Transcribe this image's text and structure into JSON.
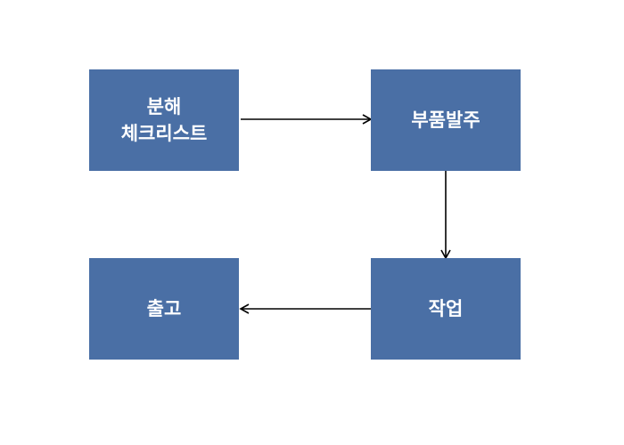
{
  "nodes": {
    "disassembly_checklist": {
      "lines": [
        "분해",
        "체크리스트"
      ]
    },
    "parts_order": {
      "label": "부품발주"
    },
    "work": {
      "label": "작업"
    },
    "shipping": {
      "label": "출고"
    }
  },
  "colors": {
    "node_fill": "#4a6fa5",
    "node_text": "#ffffff",
    "arrow": "#000000"
  }
}
